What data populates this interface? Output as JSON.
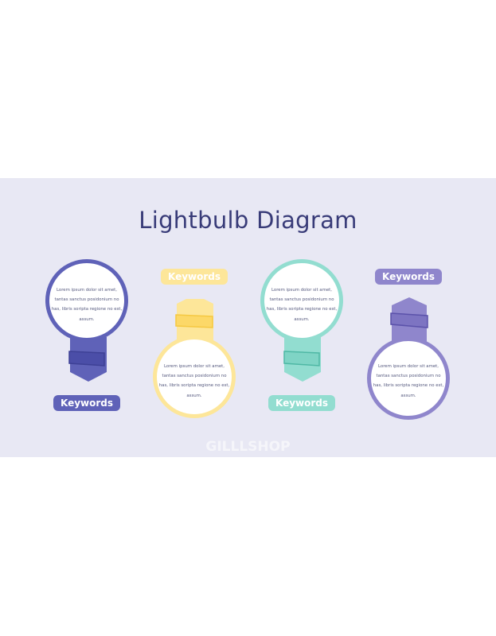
{
  "slide": {
    "title": "Lightbulb Diagram",
    "watermark": "GILLLSHOP",
    "colors": {
      "background": "#e8e8f4",
      "title": "#383b78",
      "bulb1": "#5f62b8",
      "bulb2": "#fde699",
      "bulb3": "#92ddd0",
      "bulb4": "#8f86cc"
    },
    "bulbs": [
      {
        "keyword": "Keywords",
        "text": "Lorem ipsum dolor sit amet, tantas sanctus posidonium no has, libris soripta regione no est, assum."
      },
      {
        "keyword": "Keywords",
        "text": "Lorem ipsum dolor sit amet, tantas sanctus posidonium no has, libris soripta regione no est, assum."
      },
      {
        "keyword": "Keywords",
        "text": "Lorem ipsum dolor sit amet, tantas sanctus posidonium no has, libris soripta regione no est, assum."
      },
      {
        "keyword": "Keywords",
        "text": "Lorem ipsum dolor sit amet, tantas sanctus posidonium no has, libris soripta regione no est, assum."
      }
    ]
  }
}
